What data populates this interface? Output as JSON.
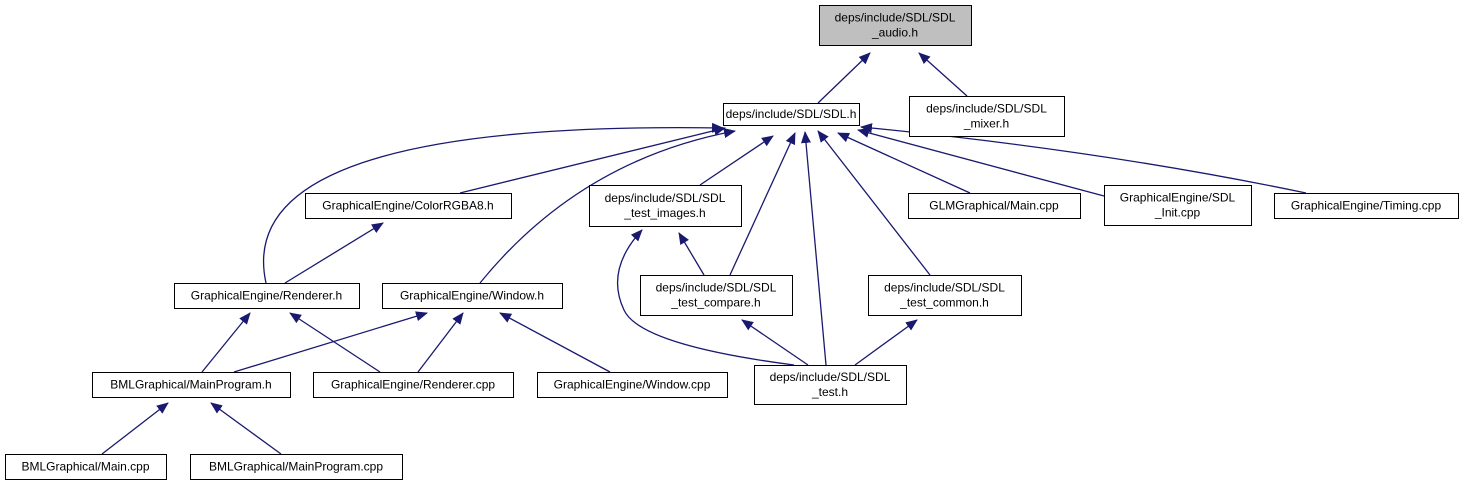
{
  "colors": {
    "edge": "#191970",
    "node_fill": "#ffffff",
    "highlight_fill": "#bfbfbf",
    "node_border": "#000000"
  },
  "nodes": [
    {
      "id": "n_audio",
      "lines": [
        "deps/include/SDL/SDL",
        "_audio.h"
      ],
      "highlight": true
    },
    {
      "id": "n_sdl",
      "lines": [
        "deps/include/SDL/SDL.h"
      ]
    },
    {
      "id": "n_mixer",
      "lines": [
        "deps/include/SDL/SDL",
        "_mixer.h"
      ]
    },
    {
      "id": "n_color",
      "lines": [
        "GraphicalEngine/ColorRGBA8.h"
      ]
    },
    {
      "id": "n_timages",
      "lines": [
        "deps/include/SDL/SDL",
        "_test_images.h"
      ]
    },
    {
      "id": "n_glmmain",
      "lines": [
        "GLMGraphical/Main.cpp"
      ]
    },
    {
      "id": "n_sdlinit",
      "lines": [
        "GraphicalEngine/SDL",
        "_Init.cpp"
      ]
    },
    {
      "id": "n_timing",
      "lines": [
        "GraphicalEngine/Timing.cpp"
      ]
    },
    {
      "id": "n_renderer",
      "lines": [
        "GraphicalEngine/Renderer.h"
      ]
    },
    {
      "id": "n_window",
      "lines": [
        "GraphicalEngine/Window.h"
      ]
    },
    {
      "id": "n_tcompare",
      "lines": [
        "deps/include/SDL/SDL",
        "_test_compare.h"
      ]
    },
    {
      "id": "n_tcommon",
      "lines": [
        "deps/include/SDL/SDL",
        "_test_common.h"
      ]
    },
    {
      "id": "n_mainprog",
      "lines": [
        "BMLGraphical/MainProgram.h"
      ]
    },
    {
      "id": "n_rendcpp",
      "lines": [
        "GraphicalEngine/Renderer.cpp"
      ]
    },
    {
      "id": "n_wincpp",
      "lines": [
        "GraphicalEngine/Window.cpp"
      ]
    },
    {
      "id": "n_ttest",
      "lines": [
        "deps/include/SDL/SDL",
        "_test.h"
      ]
    },
    {
      "id": "n_bmlmain",
      "lines": [
        "BMLGraphical/Main.cpp"
      ]
    },
    {
      "id": "n_mainprogcpp",
      "lines": [
        "BMLGraphical/MainProgram.cpp"
      ]
    }
  ],
  "edges": [
    {
      "from": "n_sdl",
      "to": "n_audio"
    },
    {
      "from": "n_mixer",
      "to": "n_audio"
    },
    {
      "from": "n_color",
      "to": "n_sdl"
    },
    {
      "from": "n_timages",
      "to": "n_sdl"
    },
    {
      "from": "n_glmmain",
      "to": "n_sdl"
    },
    {
      "from": "n_sdlinit",
      "to": "n_sdl"
    },
    {
      "from": "n_timing",
      "to": "n_sdl"
    },
    {
      "from": "n_renderer",
      "to": "n_sdl"
    },
    {
      "from": "n_window",
      "to": "n_sdl"
    },
    {
      "from": "n_tcompare",
      "to": "n_sdl"
    },
    {
      "from": "n_tcommon",
      "to": "n_sdl"
    },
    {
      "from": "n_ttest",
      "to": "n_sdl"
    },
    {
      "from": "n_renderer",
      "to": "n_color"
    },
    {
      "from": "n_tcompare",
      "to": "n_timages"
    },
    {
      "from": "n_ttest",
      "to": "n_timages"
    },
    {
      "from": "n_ttest",
      "to": "n_tcompare"
    },
    {
      "from": "n_ttest",
      "to": "n_tcommon"
    },
    {
      "from": "n_mainprog",
      "to": "n_renderer"
    },
    {
      "from": "n_rendcpp",
      "to": "n_renderer"
    },
    {
      "from": "n_mainprog",
      "to": "n_window"
    },
    {
      "from": "n_rendcpp",
      "to": "n_window"
    },
    {
      "from": "n_wincpp",
      "to": "n_window"
    },
    {
      "from": "n_bmlmain",
      "to": "n_mainprog"
    },
    {
      "from": "n_mainprogcpp",
      "to": "n_mainprog"
    }
  ]
}
